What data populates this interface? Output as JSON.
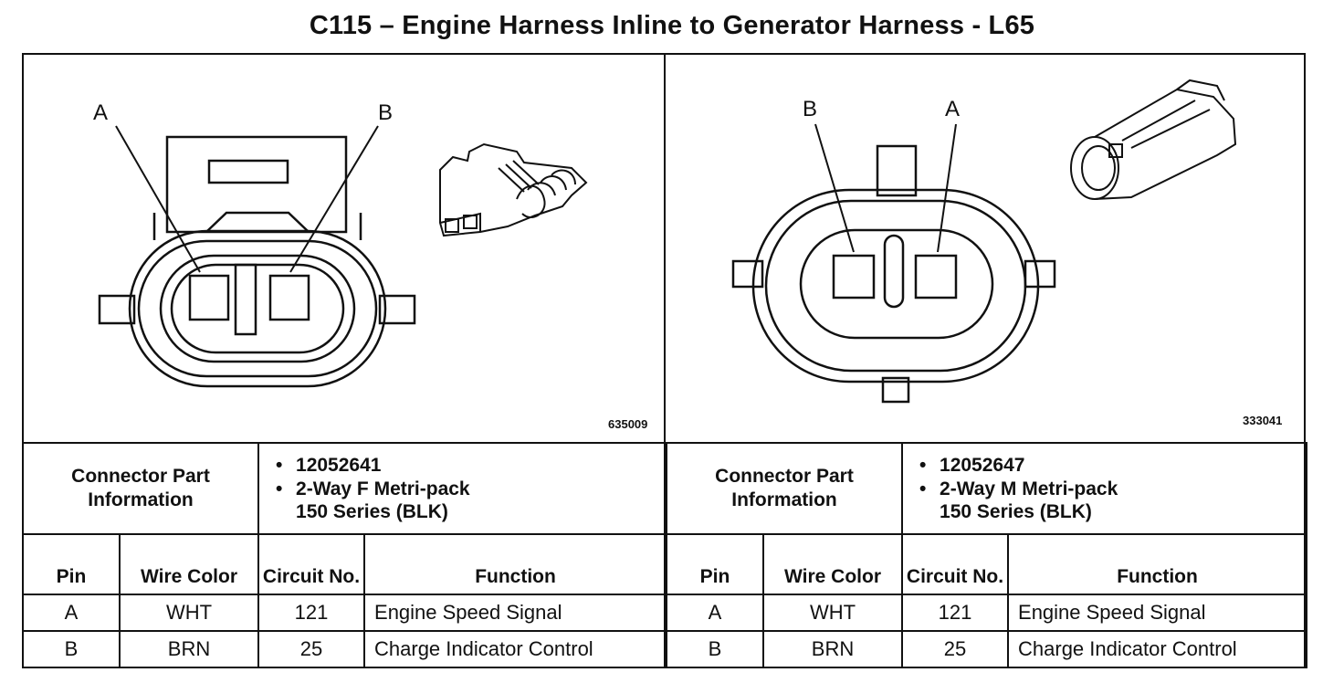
{
  "title": "C115 – Engine Harness Inline to Generator Harness - L65",
  "connectors": [
    {
      "figure_id": "635009",
      "pin_labels": [
        "A",
        "B"
      ],
      "info_label": "Connector Part Information",
      "part_number": "12052641",
      "part_description_line1": "2-Way F Metri-pack",
      "part_description_line2": "150 Series (BLK)",
      "headers": {
        "pin": "Pin",
        "wire_color": "Wire Color",
        "circuit": "Circuit No.",
        "function": "Function"
      },
      "rows": [
        {
          "pin": "A",
          "wire_color": "WHT",
          "circuit": "121",
          "function": "Engine Speed Signal"
        },
        {
          "pin": "B",
          "wire_color": "BRN",
          "circuit": "25",
          "function": "Charge Indicator Control"
        }
      ]
    },
    {
      "figure_id": "333041",
      "pin_labels": [
        "B",
        "A"
      ],
      "info_label": "Connector Part Information",
      "part_number": "12052647",
      "part_description_line1": "2-Way M Metri-pack",
      "part_description_line2": "150 Series (BLK)",
      "headers": {
        "pin": "Pin",
        "wire_color": "Wire Color",
        "circuit": "Circuit No.",
        "function": "Function"
      },
      "rows": [
        {
          "pin": "A",
          "wire_color": "WHT",
          "circuit": "121",
          "function": "Engine Speed Signal"
        },
        {
          "pin": "B",
          "wire_color": "BRN",
          "circuit": "25",
          "function": "Charge Indicator Control"
        }
      ]
    }
  ]
}
